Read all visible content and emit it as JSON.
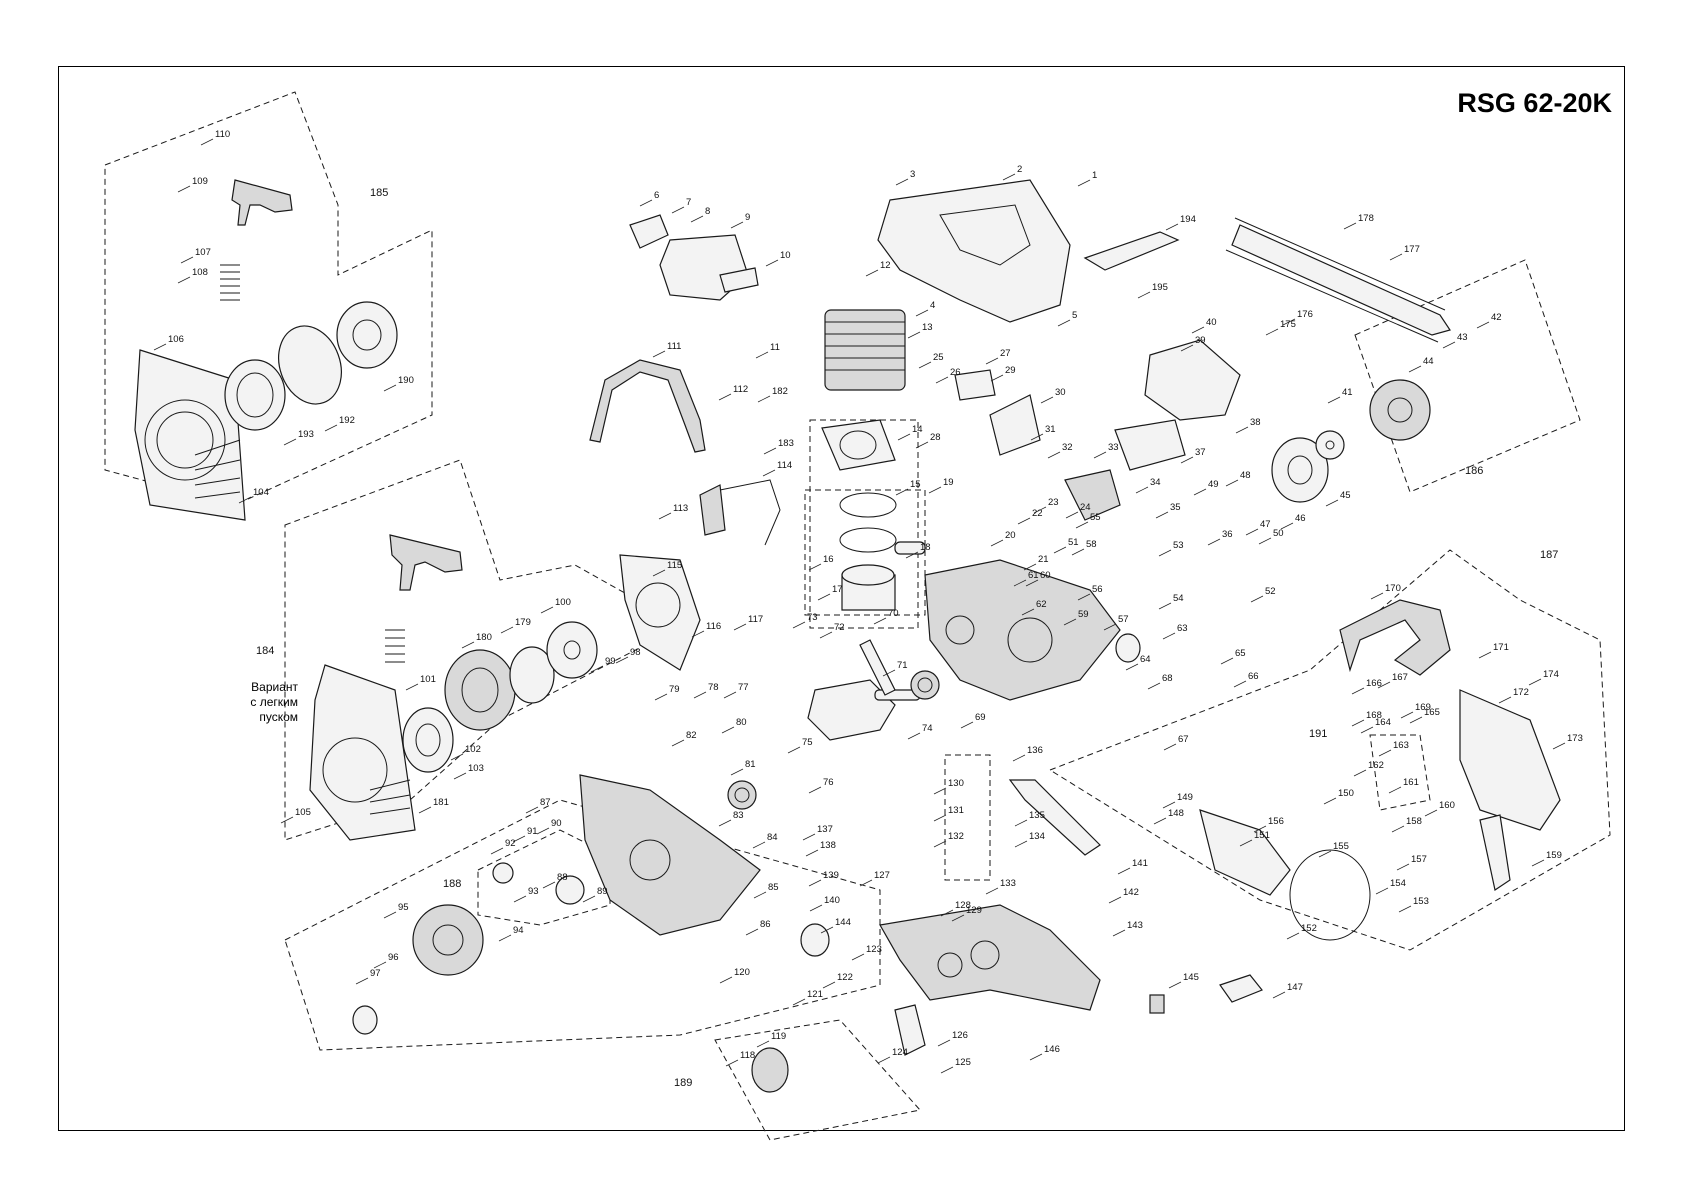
{
  "title": "RSG 62-20K",
  "variant_note": [
    "Вариант",
    "с легким",
    "пуском"
  ],
  "group_labels": [
    "184",
    "185",
    "186",
    "187",
    "188",
    "189",
    "191"
  ],
  "parts_a": [
    {
      "n": "1"
    },
    {
      "n": "2"
    },
    {
      "n": "3"
    },
    {
      "n": "4"
    },
    {
      "n": "5"
    },
    {
      "n": "6"
    },
    {
      "n": "7"
    },
    {
      "n": "8"
    },
    {
      "n": "9"
    },
    {
      "n": "10"
    },
    {
      "n": "11"
    },
    {
      "n": "12"
    },
    {
      "n": "13"
    },
    {
      "n": "14"
    },
    {
      "n": "15"
    },
    {
      "n": "16"
    },
    {
      "n": "17"
    },
    {
      "n": "18"
    },
    {
      "n": "19"
    },
    {
      "n": "20"
    },
    {
      "n": "21"
    },
    {
      "n": "22"
    },
    {
      "n": "23"
    },
    {
      "n": "24"
    },
    {
      "n": "25"
    },
    {
      "n": "26"
    },
    {
      "n": "27"
    },
    {
      "n": "28"
    },
    {
      "n": "29"
    },
    {
      "n": "30"
    },
    {
      "n": "31"
    },
    {
      "n": "32"
    },
    {
      "n": "33"
    },
    {
      "n": "34"
    },
    {
      "n": "35"
    },
    {
      "n": "36"
    },
    {
      "n": "37"
    },
    {
      "n": "38"
    },
    {
      "n": "39"
    },
    {
      "n": "40"
    },
    {
      "n": "41"
    },
    {
      "n": "42"
    },
    {
      "n": "43"
    },
    {
      "n": "44"
    },
    {
      "n": "45"
    },
    {
      "n": "46"
    },
    {
      "n": "47"
    },
    {
      "n": "48"
    },
    {
      "n": "49"
    },
    {
      "n": "50"
    },
    {
      "n": "51"
    },
    {
      "n": "52"
    },
    {
      "n": "53"
    },
    {
      "n": "54"
    },
    {
      "n": "55"
    },
    {
      "n": "56"
    },
    {
      "n": "57"
    },
    {
      "n": "58"
    },
    {
      "n": "59"
    },
    {
      "n": "60"
    },
    {
      "n": "61"
    },
    {
      "n": "62"
    },
    {
      "n": "63"
    },
    {
      "n": "64"
    },
    {
      "n": "65"
    },
    {
      "n": "66"
    },
    {
      "n": "67"
    },
    {
      "n": "68"
    },
    {
      "n": "69"
    },
    {
      "n": "70"
    },
    {
      "n": "71"
    },
    {
      "n": "72"
    },
    {
      "n": "73"
    },
    {
      "n": "74"
    },
    {
      "n": "75"
    },
    {
      "n": "76"
    },
    {
      "n": "77"
    },
    {
      "n": "78"
    },
    {
      "n": "79"
    },
    {
      "n": "80"
    }
  ],
  "parts_b": [
    {
      "n": "81"
    },
    {
      "n": "82"
    },
    {
      "n": "83"
    },
    {
      "n": "84"
    },
    {
      "n": "85"
    },
    {
      "n": "86"
    },
    {
      "n": "87"
    },
    {
      "n": "88"
    },
    {
      "n": "89"
    },
    {
      "n": "90"
    },
    {
      "n": "91"
    },
    {
      "n": "92"
    },
    {
      "n": "93"
    },
    {
      "n": "94"
    },
    {
      "n": "95"
    },
    {
      "n": "96"
    },
    {
      "n": "97"
    },
    {
      "n": "98"
    },
    {
      "n": "99"
    },
    {
      "n": "100"
    },
    {
      "n": "101"
    },
    {
      "n": "102"
    },
    {
      "n": "103"
    },
    {
      "n": "104"
    },
    {
      "n": "105"
    },
    {
      "n": "106"
    },
    {
      "n": "107"
    },
    {
      "n": "108"
    },
    {
      "n": "109"
    },
    {
      "n": "110"
    },
    {
      "n": "111"
    },
    {
      "n": "112"
    },
    {
      "n": "113"
    },
    {
      "n": "114"
    },
    {
      "n": "115"
    },
    {
      "n": "116"
    },
    {
      "n": "117"
    },
    {
      "n": "118"
    },
    {
      "n": "119"
    },
    {
      "n": "120"
    },
    {
      "n": "121"
    },
    {
      "n": "122"
    },
    {
      "n": "123"
    },
    {
      "n": "124"
    },
    {
      "n": "125"
    },
    {
      "n": "126"
    },
    {
      "n": "127"
    },
    {
      "n": "128"
    },
    {
      "n": "129"
    },
    {
      "n": "130"
    },
    {
      "n": "131"
    },
    {
      "n": "132"
    },
    {
      "n": "133"
    },
    {
      "n": "134"
    },
    {
      "n": "135"
    },
    {
      "n": "136"
    },
    {
      "n": "137"
    },
    {
      "n": "138"
    },
    {
      "n": "139"
    },
    {
      "n": "140"
    },
    {
      "n": "141"
    },
    {
      "n": "142"
    },
    {
      "n": "143"
    },
    {
      "n": "144"
    },
    {
      "n": "145"
    },
    {
      "n": "146"
    },
    {
      "n": "147"
    },
    {
      "n": "148"
    },
    {
      "n": "149"
    },
    {
      "n": "150"
    },
    {
      "n": "151"
    },
    {
      "n": "152"
    },
    {
      "n": "153"
    },
    {
      "n": "154"
    },
    {
      "n": "155"
    },
    {
      "n": "156"
    },
    {
      "n": "157"
    },
    {
      "n": "158"
    },
    {
      "n": "159"
    },
    {
      "n": "160"
    },
    {
      "n": "161"
    },
    {
      "n": "162"
    },
    {
      "n": "163"
    },
    {
      "n": "164"
    },
    {
      "n": "165"
    },
    {
      "n": "166"
    },
    {
      "n": "167"
    },
    {
      "n": "168"
    },
    {
      "n": "169"
    },
    {
      "n": "170"
    },
    {
      "n": "171"
    },
    {
      "n": "172"
    },
    {
      "n": "173"
    },
    {
      "n": "174"
    },
    {
      "n": "175"
    },
    {
      "n": "176"
    },
    {
      "n": "177"
    },
    {
      "n": "178"
    },
    {
      "n": "179"
    },
    {
      "n": "180"
    },
    {
      "n": "181"
    },
    {
      "n": "182"
    },
    {
      "n": "183"
    },
    {
      "n": "190"
    },
    {
      "n": "192"
    },
    {
      "n": "193"
    },
    {
      "n": "194"
    },
    {
      "n": "195"
    }
  ]
}
